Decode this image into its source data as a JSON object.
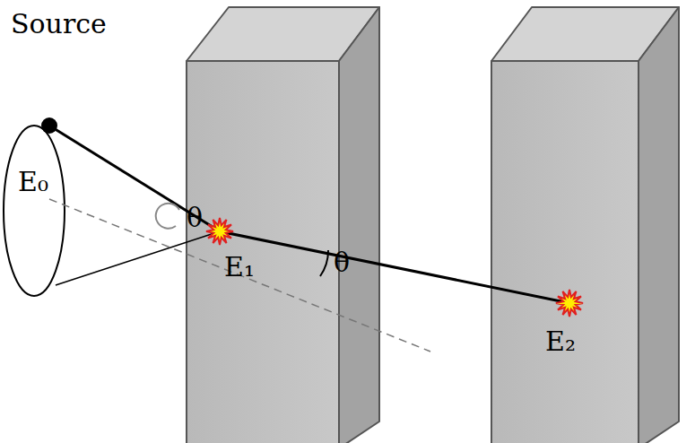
{
  "diagram": {
    "labels": [
      "Source",
      "E₀",
      "θ",
      "E₁",
      "θ",
      "E₂"
    ]
  }
}
